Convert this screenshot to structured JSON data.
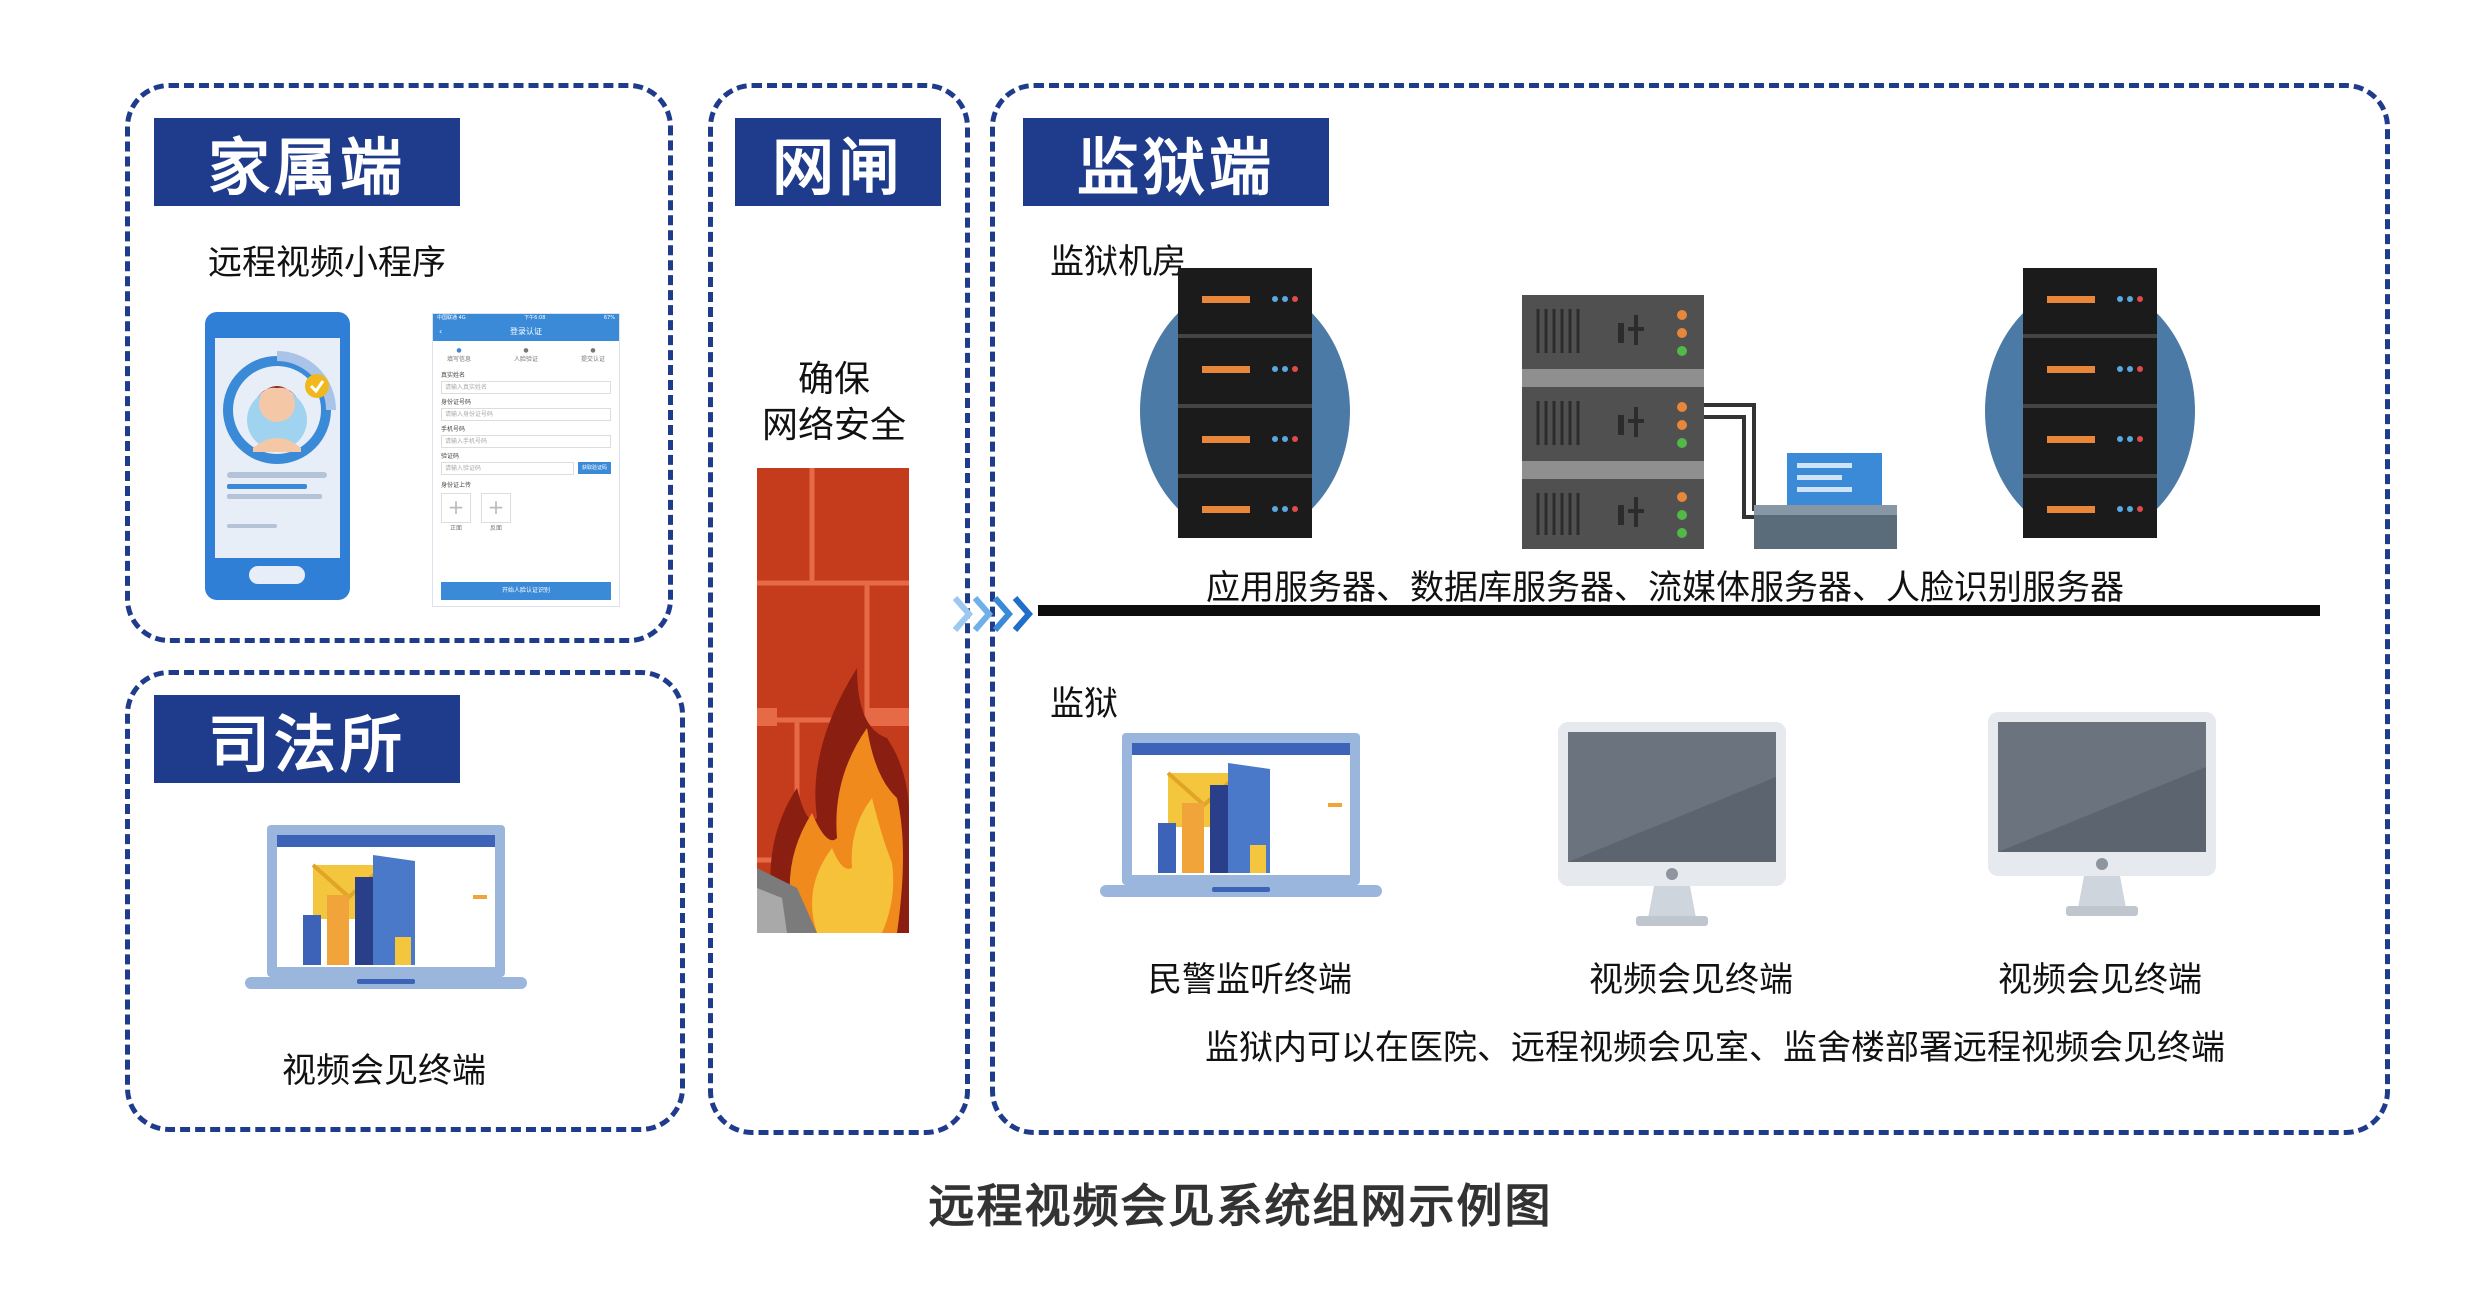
{
  "family": {
    "title": "家属端",
    "subtitle": "远程视频小程序",
    "form": {
      "status_left": "中国联通 4G",
      "status_time": "下午6:08",
      "status_right": "67%",
      "header": "登录认证",
      "steps": [
        "填写信息",
        "人脸验证",
        "提交认证"
      ],
      "field_labels": [
        "真实姓名",
        "身份证号码",
        "手机号码",
        "验证码"
      ],
      "field_placeholders": [
        "请输入真实姓名",
        "请输入身份证号码",
        "请输入手机号码",
        "请输入验证码"
      ],
      "code_button": "获取验证码",
      "upload_label": "身份证上传",
      "upload_items": [
        "正面",
        "反面"
      ],
      "submit": "开始人脸认证识别"
    }
  },
  "justice": {
    "title": "司法所",
    "terminal_label": "视频会见终端"
  },
  "gateway": {
    "title": "网闸",
    "line1": "确保",
    "line2": "网络安全"
  },
  "prison": {
    "title": "监狱端",
    "server_room_label": "监狱机房",
    "servers_caption": "应用服务器、数据库服务器、流媒体服务器、人脸识别服务器",
    "prison_label": "监狱",
    "terminals": [
      "民警监听终端",
      "视频会见终端",
      "视频会见终端"
    ],
    "note": "监狱内可以在医院、远程视频会见室、监舍楼部署远程视频会见终端"
  },
  "caption": "远程视频会见系统组网示例图",
  "colors": {
    "brand_blue": "#1f3b8c",
    "app_blue": "#3a8ad8",
    "firewall_red": "#c43c1c"
  }
}
